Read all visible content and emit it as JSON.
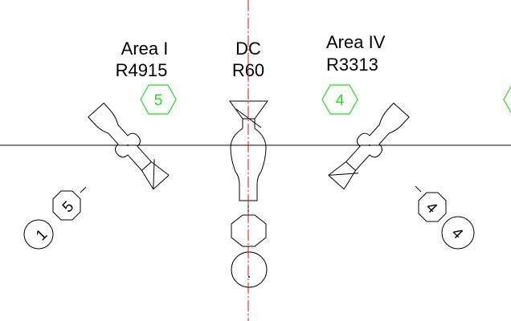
{
  "colors": {
    "background": "#ffffff",
    "line": "#000000",
    "centerline": "#dd1111",
    "highlight": "#22dd22"
  },
  "fixtures": [
    {
      "name_line1": "Area I",
      "name_line2": "R4915",
      "number": "5",
      "tag_a": "5",
      "tag_b": "1"
    },
    {
      "name_line1": "DC",
      "name_line2": "R60"
    },
    {
      "name_line1": "Area IV",
      "name_line2": "R3313",
      "number": "4",
      "tag_a": "4",
      "tag_b": "4"
    }
  ]
}
